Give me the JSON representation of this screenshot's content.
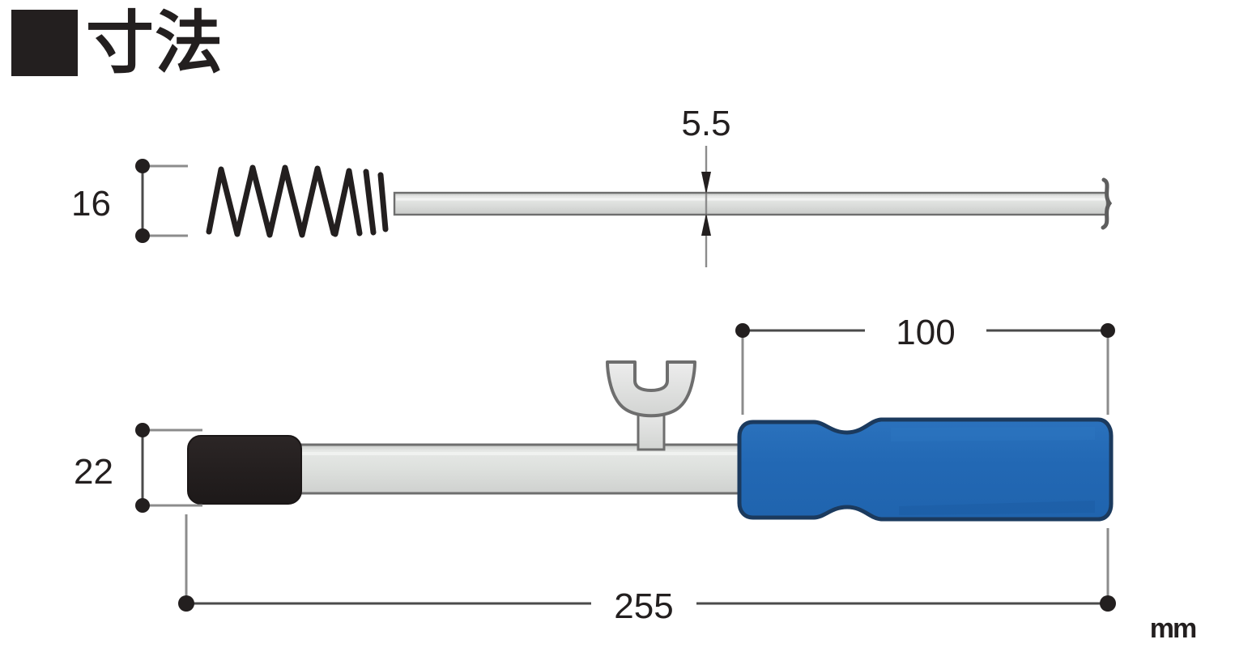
{
  "header": {
    "bullet_icon": "filled-square-icon",
    "title": "寸法"
  },
  "units_label": "mm",
  "upper_view": {
    "name": "brush-side-view",
    "dimensions": {
      "height_label": "16",
      "shaft_thickness_label": "5.5"
    },
    "parts": {
      "coil_brush": "spring-coil-brush",
      "shaft": "steel-shaft",
      "tip": "curved-end-tip"
    }
  },
  "lower_view": {
    "name": "tool-side-view",
    "dimensions": {
      "head_height_label": "22",
      "handle_length_label": "100",
      "overall_length_label": "255"
    },
    "parts": {
      "black_head": "black-brush-head",
      "shaft": "steel-shaft",
      "fork": "y-fork-holder",
      "handle": "blue-handle"
    }
  },
  "colors": {
    "handle_blue": "#2268b4",
    "handle_blue_outline": "#1b3a5e",
    "metal_light": "#d8dad8",
    "metal_mid": "#e8e9e8",
    "metal_edge": "#6e6e6e",
    "black_head": "#241f1f",
    "ink": "#231f1f",
    "dim_line": "#4a4a4a"
  }
}
